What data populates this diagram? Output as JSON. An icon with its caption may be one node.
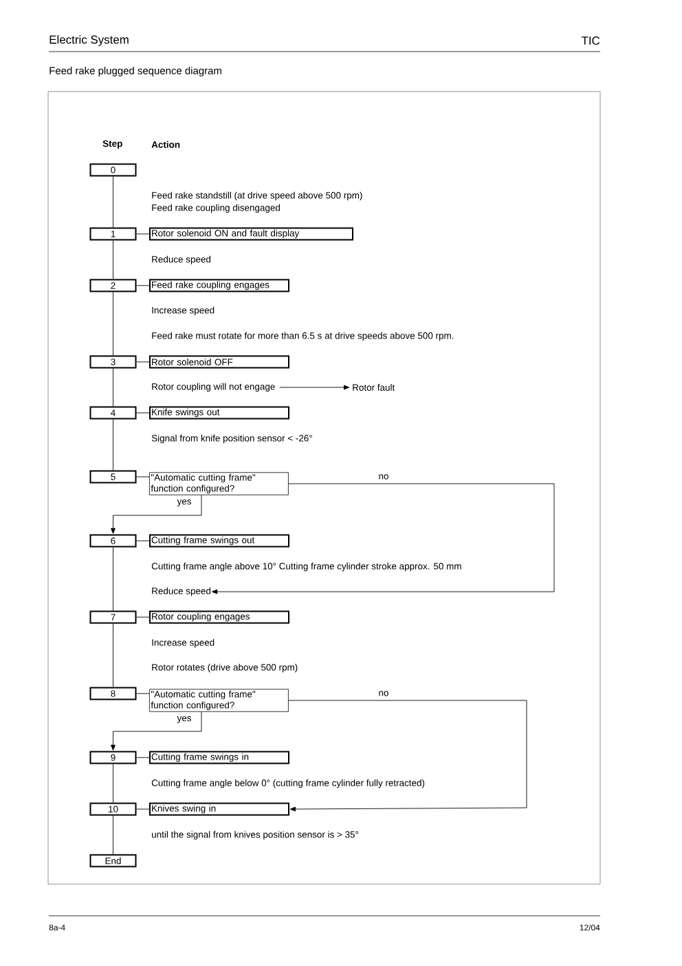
{
  "diagram": {
    "title": "Feed rake plugged sequence diagram",
    "nodes": [
      {
        "text": [
          "0"
        ]
      },
      {
        "text": [
          "1"
        ]
      },
      {
        "text": [
          "Rotor solenoid ON and fault display"
        ]
      },
      {
        "text": [
          "2"
        ]
      },
      {
        "text": [
          "Feed rake coupling engages"
        ]
      },
      {
        "text": [
          "3"
        ]
      },
      {
        "text": [
          "Rotor solenoid OFF"
        ]
      },
      {
        "text": [
          "Rotor coupling will not engage"
        ]
      },
      {
        "text": [
          "Rotor fault"
        ]
      },
      {
        "text": [
          "4"
        ]
      },
      {
        "text": [
          "Knife swings out"
        ]
      },
      {
        "text": [
          "5"
        ]
      },
      {
        "text": [
          "\"Automatic cutting frame\" function configured?"
        ]
      },
      {
        "text": [
          "6"
        ]
      },
      {
        "text": [
          "Cutting frame swings out"
        ]
      },
      {
        "text": [
          "Reduce speed"
        ]
      },
      {
        "text": [
          "7"
        ]
      },
      {
        "text": [
          "Rotor coupling engages"
        ]
      },
      {
        "text": [
          "8"
        ]
      },
      {
        "text": [
          "\"Automatic cutting frame\" function configured?"
        ]
      },
      {
        "text": [
          "9"
        ]
      },
      {
        "text": [
          "Cutting frame swings in"
        ]
      },
      {
        "text": [
          "10"
        ]
      },
      {
        "text": [
          "Knives swing in"
        ]
      },
      {
        "text": [
          "End"
        ]
      }
    ],
    "edges": [
      {
        "from": 0,
        "to": 1,
        "arrow": "none"
      },
      {
        "from": 1,
        "to": 2,
        "arrow": "none"
      },
      {
        "from": 1,
        "to": 3,
        "arrow": "none"
      },
      {
        "from": 3,
        "to": 4,
        "arrow": "none"
      },
      {
        "from": 3,
        "to": 5,
        "arrow": "none"
      },
      {
        "from": 5,
        "to": 6,
        "arrow": "none"
      },
      {
        "from": 7,
        "to": 8,
        "arrow": "to"
      },
      {
        "from": 5,
        "to": 9,
        "arrow": "none"
      },
      {
        "from": 9,
        "to": 10,
        "arrow": "none"
      },
      {
        "from": 9,
        "to": 11,
        "arrow": "none"
      },
      {
        "from": 11,
        "to": 12,
        "arrow": "none"
      },
      {
        "from": 12,
        "to": 13,
        "arrow": "to",
        "label": "yes"
      },
      {
        "from": 12,
        "to": 15,
        "arrow": "to",
        "label": "no"
      },
      {
        "from": 13,
        "to": 14,
        "arrow": "none"
      },
      {
        "from": 13,
        "to": 16,
        "arrow": "none"
      },
      {
        "from": 16,
        "to": 17,
        "arrow": "none"
      },
      {
        "from": 16,
        "to": 18,
        "arrow": "none"
      },
      {
        "from": 18,
        "to": 19,
        "arrow": "none"
      },
      {
        "from": 19,
        "to": 20,
        "arrow": "to",
        "label": "yes"
      },
      {
        "from": 19,
        "to": 23,
        "arrow": "to",
        "label": "no"
      },
      {
        "from": 20,
        "to": 21,
        "arrow": "none"
      },
      {
        "from": 20,
        "to": 22,
        "arrow": "none"
      },
      {
        "from": 22,
        "to": 23,
        "arrow": "none"
      },
      {
        "from": 22,
        "to": 24,
        "arrow": "none"
      }
    ],
    "labels": [
      "Electric System",
      "TIC",
      "Step",
      "Action",
      "Feed rake standstill (at drive speed above 500 rpm)",
      "Feed rake coupling disengaged",
      "Reduce speed",
      "Increase speed",
      "Feed rake must rotate for more than 6.5 s at drive speeds above 500 rpm.",
      "Signal from knife position sensor < -26°",
      "Cutting frame angle above 10° Cutting frame cylinder stroke approx. 50 mm",
      "Increase speed",
      "Rotor rotates (drive above 500 rpm)",
      "Cutting frame angle below 0° (cutting frame cylinder fully retracted)",
      "until the signal from knives position sensor is > 35°",
      "8a-4",
      "12/04"
    ]
  }
}
